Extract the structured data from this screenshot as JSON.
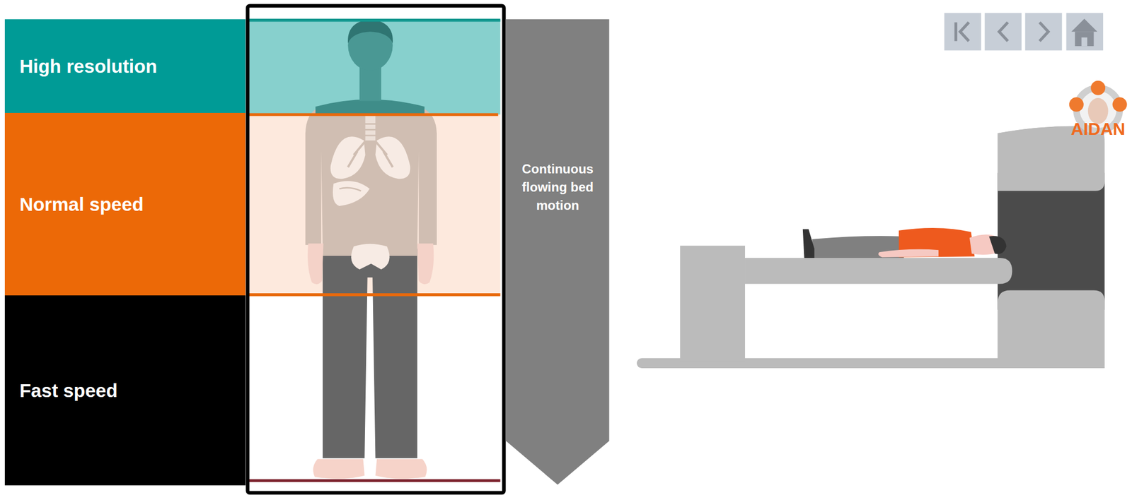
{
  "diagram": {
    "nodes": [
      {
        "text": [
          "High resolution"
        ]
      },
      {
        "text": [
          "Normal speed"
        ]
      },
      {
        "text": [
          "Fast speed"
        ]
      },
      {
        "text": [
          "Continuous flowing bed motion"
        ]
      }
    ],
    "labels": [
      "AIDAN"
    ]
  }
}
